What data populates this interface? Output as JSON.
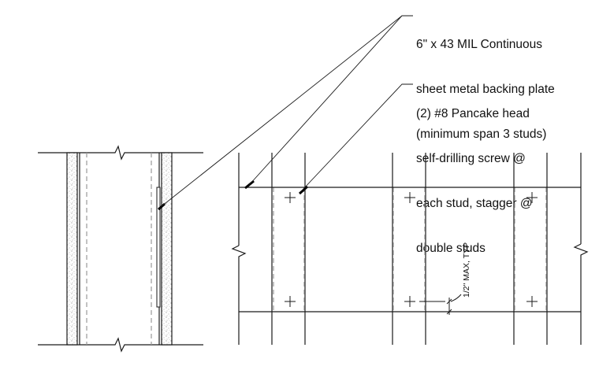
{
  "notes": {
    "backing_plate": [
      "6\" x 43 MIL Continuous",
      "sheet metal backing plate",
      "(minimum span 3 studs)"
    ],
    "screw": [
      "(2) #8 Pancake head",
      "self-drilling screw @",
      "each stud, stagger @",
      "double studs"
    ]
  },
  "dimension": {
    "label": "1/2\" MAX, TYP"
  },
  "colors": {
    "line": "#1a1a1a",
    "dashed": "#9a9a9a",
    "stipple": "#8a8a8a"
  }
}
